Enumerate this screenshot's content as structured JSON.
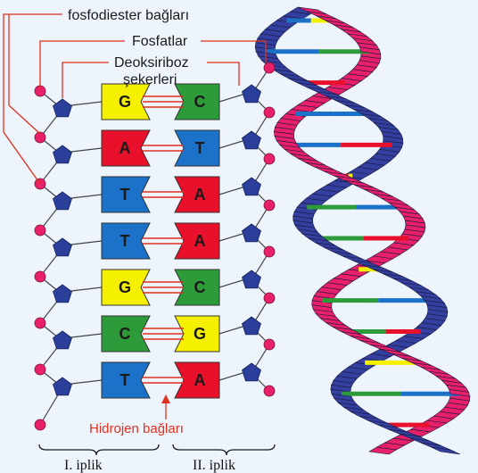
{
  "labels": {
    "phosphodiester": "fosfodiester bağları",
    "phosphates": "Fosfatlar",
    "deoxyribose_line1": "Deoksiriboz",
    "deoxyribose_line2": "şekerleri",
    "hydrogen_bonds": "Hidrojen bağları",
    "strand_1": "I. iplik",
    "strand_2": "II. iplik"
  },
  "base_pairs": [
    {
      "left": "G",
      "right": "C",
      "left_color": "#f5f000",
      "right_color": "#2e9b3a"
    },
    {
      "left": "A",
      "right": "T",
      "left_color": "#e8102a",
      "right_color": "#1b72c8"
    },
    {
      "left": "T",
      "right": "A",
      "left_color": "#1b72c8",
      "right_color": "#e8102a"
    },
    {
      "left": "T",
      "right": "A",
      "left_color": "#1b72c8",
      "right_color": "#e8102a"
    },
    {
      "left": "G",
      "right": "C",
      "left_color": "#f5f000",
      "right_color": "#2e9b3a"
    },
    {
      "left": "C",
      "right": "G",
      "left_color": "#2e9b3a",
      "right_color": "#f5f000"
    },
    {
      "left": "T",
      "right": "A",
      "left_color": "#1b72c8",
      "right_color": "#e8102a"
    }
  ],
  "colors": {
    "phosphate": "#e8206a",
    "sugar": "#2b3f9a",
    "pointer_line": "#e0301e",
    "helix_strand_a": "#e8206a",
    "helix_strand_b": "#3440a0"
  },
  "icons": {
    "phosphate": "circle",
    "sugar": "pentagon"
  }
}
